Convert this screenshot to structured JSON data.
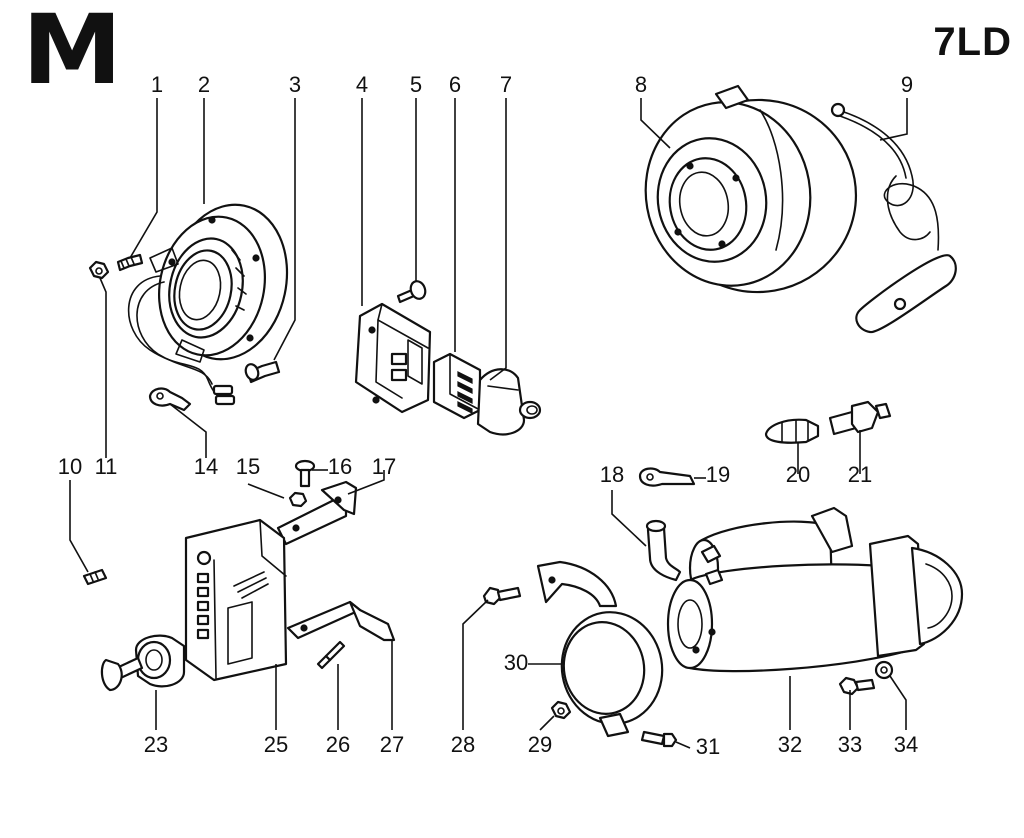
{
  "header": {
    "section_letter": "M",
    "engine_model": "7LD"
  },
  "callouts": [
    {
      "id": "1",
      "label": "1"
    },
    {
      "id": "2",
      "label": "2"
    },
    {
      "id": "3",
      "label": "3"
    },
    {
      "id": "4",
      "label": "4"
    },
    {
      "id": "5",
      "label": "5"
    },
    {
      "id": "6",
      "label": "6"
    },
    {
      "id": "7",
      "label": "7"
    },
    {
      "id": "8",
      "label": "8"
    },
    {
      "id": "9",
      "label": "9"
    },
    {
      "id": "10",
      "label": "10"
    },
    {
      "id": "11",
      "label": "11"
    },
    {
      "id": "14",
      "label": "14"
    },
    {
      "id": "15",
      "label": "15"
    },
    {
      "id": "16",
      "label": "16"
    },
    {
      "id": "17",
      "label": "17"
    },
    {
      "id": "18",
      "label": "18"
    },
    {
      "id": "19",
      "label": "19"
    },
    {
      "id": "20",
      "label": "20"
    },
    {
      "id": "21",
      "label": "21"
    },
    {
      "id": "23",
      "label": "23"
    },
    {
      "id": "25",
      "label": "25"
    },
    {
      "id": "26",
      "label": "26"
    },
    {
      "id": "27",
      "label": "27"
    },
    {
      "id": "28",
      "label": "28"
    },
    {
      "id": "29",
      "label": "29"
    },
    {
      "id": "30",
      "label": "30"
    },
    {
      "id": "31",
      "label": "31"
    },
    {
      "id": "32",
      "label": "32"
    },
    {
      "id": "33",
      "label": "33"
    },
    {
      "id": "34",
      "label": "34"
    }
  ]
}
